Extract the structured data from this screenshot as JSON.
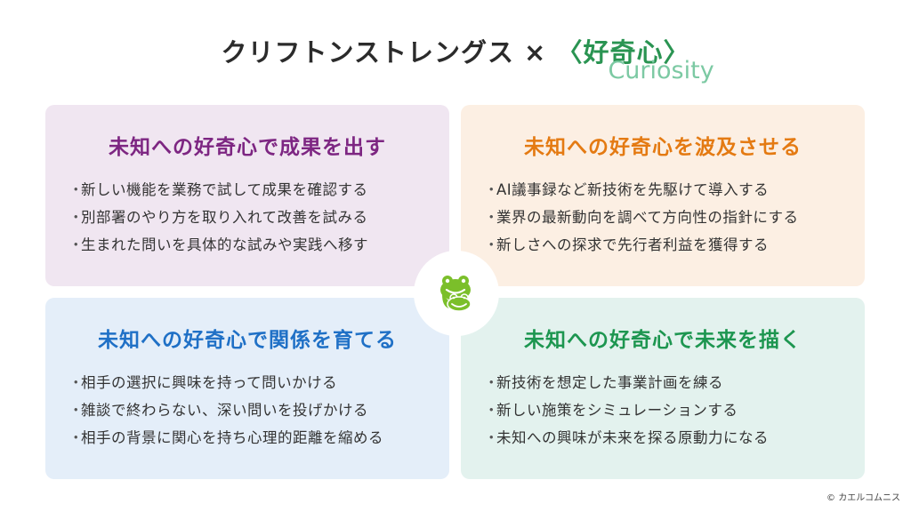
{
  "header": {
    "title_main": "クリフトンストレングス × ",
    "title_accent": "〈好奇心〉",
    "title_sub": "Curiosity"
  },
  "cards": [
    {
      "title": "未知への好奇心で成果を出す",
      "color": "#7d2682",
      "background": "#f0e6f1",
      "items": [
        "新しい機能を業務で試して成果を確認する",
        "別部署のやり方を取り入れて改善を試みる",
        "生まれた問いを具体的な試みや実践へ移す"
      ]
    },
    {
      "title": "未知への好奇心を波及させる",
      "color": "#e47a12",
      "background": "#fcefe3",
      "items": [
        "AI議事録など新技術を先駆けて導入する",
        "業界の最新動向を調べて方向性の指針にする",
        "新しさへの探求で先行者利益を獲得する"
      ]
    },
    {
      "title": "未知への好奇心で関係を育てる",
      "color": "#1f70c6",
      "background": "#e4eef9",
      "items": [
        "相手の選択に興味を持って問いかける",
        "雑談で終わらない、深い問いを投げかける",
        "相手の背景に関心を持ち心理的距離を縮める"
      ]
    },
    {
      "title": "未知への好奇心で未来を描く",
      "color": "#1d9650",
      "background": "#e3f2ee",
      "items": [
        "新技術を想定した事業計画を練る",
        "新しい施策をシミュレーションする",
        "未知への興味が未来を探る原動力になる"
      ]
    }
  ],
  "center_icon": "frog-logo-icon",
  "bullet": "・",
  "footer": {
    "copyright": "© カエルコムニス"
  }
}
